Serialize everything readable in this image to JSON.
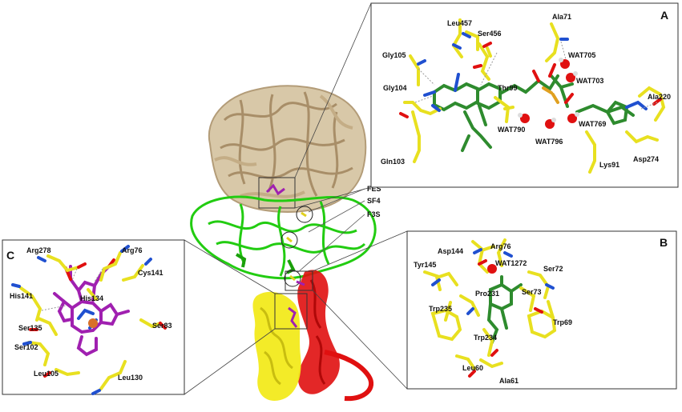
{
  "panels": {
    "A": {
      "letter": "A",
      "residues": [
        "Leu457",
        "Ser456",
        "Ala71",
        "Gly105",
        "WAT705",
        "Gly104",
        "Thr99",
        "WAT703",
        "Ala220",
        "WAT790",
        "WAT769",
        "WAT796",
        "Gln103",
        "Lys91",
        "Asp274"
      ]
    },
    "B": {
      "letter": "B",
      "residues": [
        "Asp144",
        "Arg76",
        "WAT1272",
        "Tyr145",
        "Ser72",
        "Pro231",
        "Ser73",
        "Trp235",
        "Trp69",
        "Trp234",
        "Leu60",
        "Ala61"
      ]
    },
    "C": {
      "letter": "C",
      "residues": [
        "Arg278",
        "Arg76",
        "Cys141",
        "His141",
        "His134",
        "Ser135",
        "Ser83",
        "Ser102",
        "Leu105",
        "Leu130"
      ]
    }
  },
  "main": {
    "markers": [
      "FES",
      "SF4",
      "F3S"
    ]
  },
  "colors": {
    "tan": "#c9b493",
    "green": "#22cc11",
    "yellow": "#f2ea1c",
    "red": "#e01010",
    "carbon_green": "#2e8b2e",
    "carbon_yellow": "#e8e020",
    "heme_magenta": "#a020b0",
    "nitrogen": "#2050d0",
    "oxygen": "#e01010",
    "iron": "#d8702a"
  }
}
